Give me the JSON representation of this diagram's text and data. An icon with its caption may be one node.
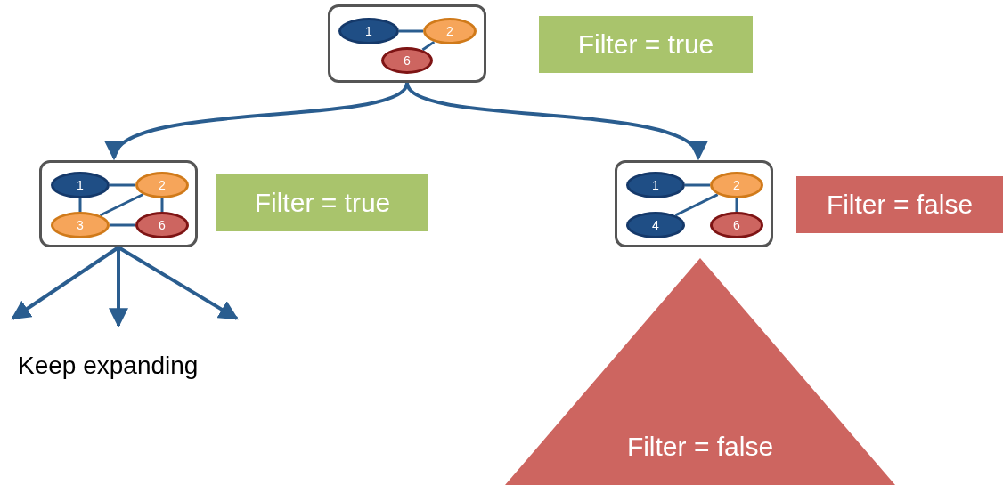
{
  "diagram": {
    "nodes": [
      {
        "text": [],
        "shape": "box"
      },
      {
        "text": [
          "1"
        ],
        "in": 0
      },
      {
        "text": [
          "2"
        ],
        "in": 0
      },
      {
        "text": [
          "6"
        ],
        "in": 0
      },
      {
        "text": [
          "Filter = true"
        ]
      },
      {
        "text": [],
        "shape": "box"
      },
      {
        "text": [
          "1"
        ],
        "in": 5
      },
      {
        "text": [
          "2"
        ],
        "in": 5
      },
      {
        "text": [
          "3"
        ],
        "in": 5
      },
      {
        "text": [
          "6"
        ],
        "in": 5
      },
      {
        "text": [
          "Filter = true"
        ]
      },
      {
        "text": [],
        "shape": "box"
      },
      {
        "text": [
          "1"
        ],
        "in": 11
      },
      {
        "text": [
          "2"
        ],
        "in": 11
      },
      {
        "text": [
          "4"
        ],
        "in": 11
      },
      {
        "text": [
          "6"
        ],
        "in": 11
      },
      {
        "text": [
          "Filter = false"
        ]
      },
      {
        "text": [
          "Filter = false"
        ]
      }
    ],
    "edges": [
      {
        "from": 0,
        "to": 5,
        "arrow": "to"
      },
      {
        "from": 0,
        "to": 11,
        "arrow": "to"
      },
      {
        "from": 1,
        "to": 2,
        "arrow": "none"
      },
      {
        "from": 2,
        "to": 3,
        "arrow": "none"
      },
      {
        "from": 6,
        "to": 7,
        "arrow": "none"
      },
      {
        "from": 6,
        "to": 8,
        "arrow": "none"
      },
      {
        "from": 8,
        "to": 7,
        "arrow": "none"
      },
      {
        "from": 8,
        "to": 9,
        "arrow": "none"
      },
      {
        "from": 7,
        "to": 9,
        "arrow": "none"
      },
      {
        "from": 12,
        "to": 13,
        "arrow": "none"
      },
      {
        "from": 14,
        "to": 13,
        "arrow": "none"
      },
      {
        "from": 13,
        "to": 15,
        "arrow": "none"
      },
      {
        "from": 5,
        "to": null,
        "arrow": "to"
      },
      {
        "from": 5,
        "to": null,
        "arrow": "to"
      },
      {
        "from": 5,
        "to": null,
        "arrow": "to"
      }
    ],
    "labels": [
      "Keep expanding"
    ]
  }
}
